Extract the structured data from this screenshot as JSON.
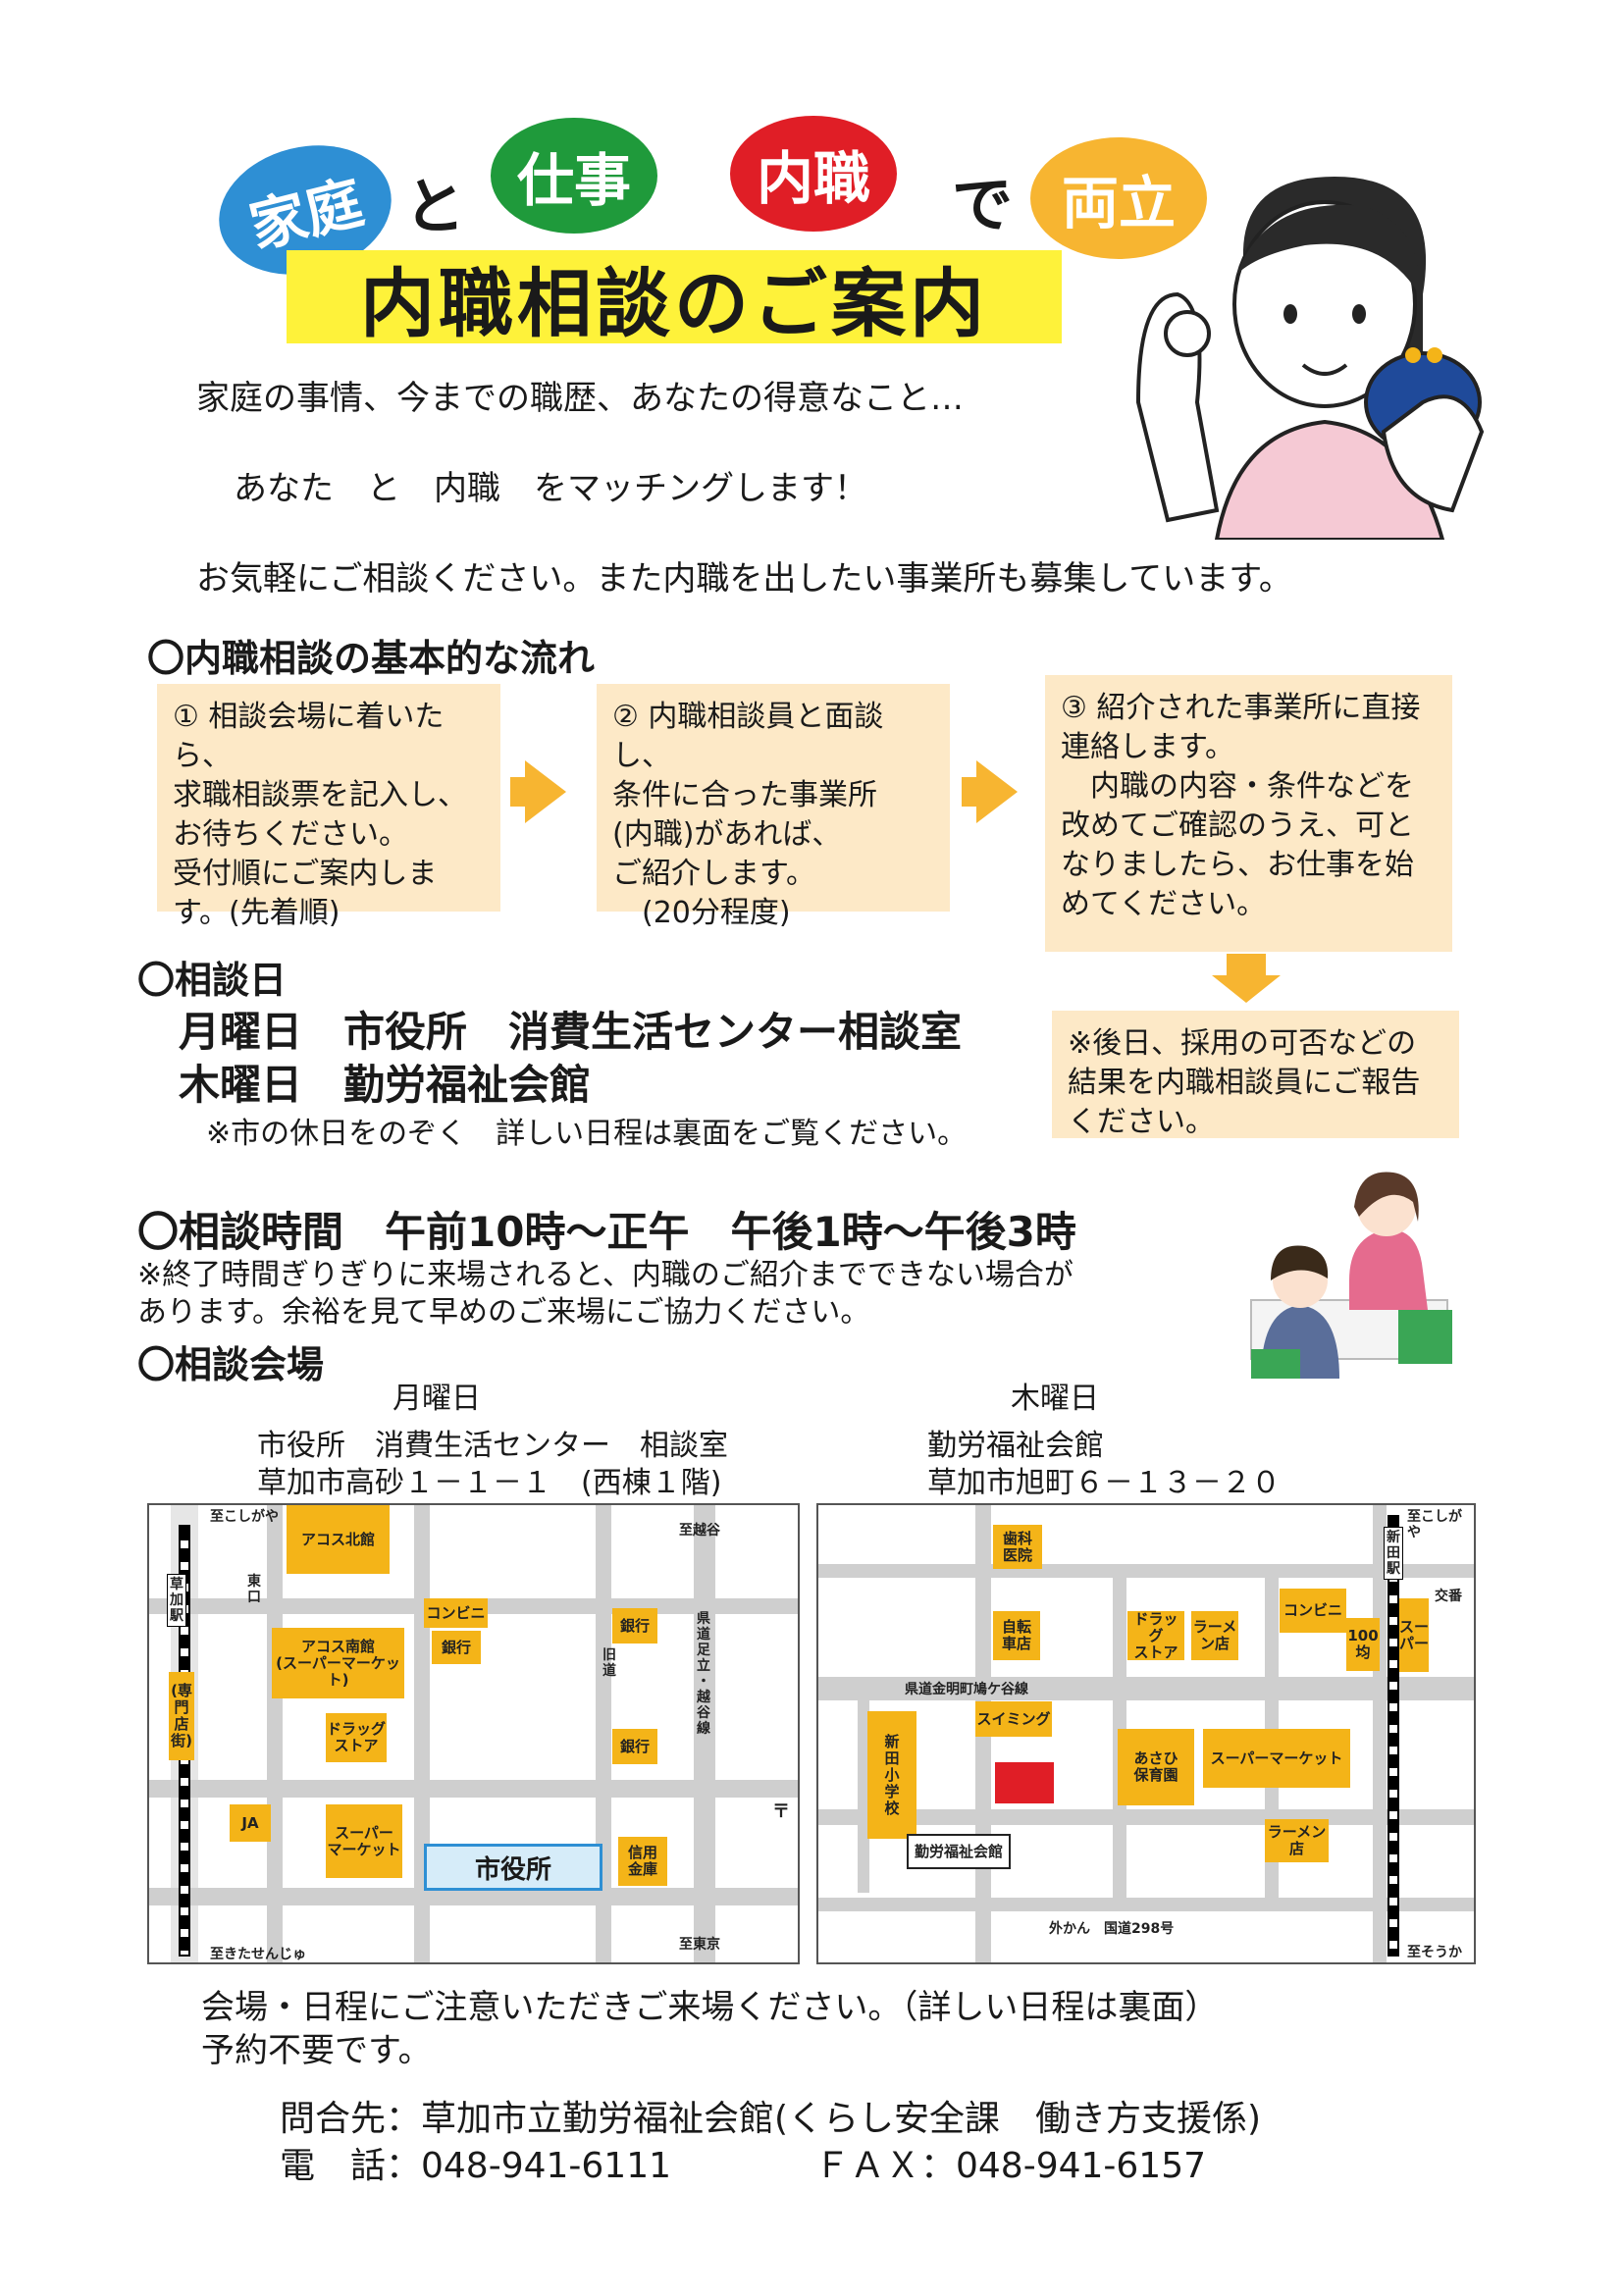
{
  "title_bubbles": {
    "katei": "家庭",
    "shigoto": "仕事",
    "naishoku": "内職",
    "ryoritsu": "両立"
  },
  "title_connectors": {
    "to": "と",
    "de": "で"
  },
  "banner": "内職相談のご案内",
  "intro": {
    "line1": "家庭の事情、今までの職歴、あなたの得意なこと…",
    "line2": "あなた　と　内職　をマッチングします！",
    "line3": "お気軽にご相談ください。また内職を出したい事業所も募集しています。"
  },
  "flow": {
    "heading": "〇内職相談の基本的な流れ",
    "step1": "①  相談会場に着いたら、\n求職相談票を記入し、\nお待ちください。\n受付順にご案内しま\nす。(先着順)",
    "step2": "②  内職相談員と面談し、\n条件に合った事業所\n(内職)があれば、\nご紹介します。\n　(20分程度)",
    "step3": "③  紹介された事業所に直接\n連絡します。\n　内職の内容・条件などを\n改めてご確認のうえ、可と\nなりましたら、お仕事を始\nめてください。",
    "step4": "※後日、採用の可否などの\n結果を内職相談員にご報告\nください。"
  },
  "days": {
    "heading": "〇相談日",
    "monday": "月曜日　市役所　消費生活センター相談室",
    "thursday": "木曜日　勤労福祉会館",
    "note": "※市の休日をのぞく　詳しい日程は裏面をご覧ください。"
  },
  "hours": {
    "heading": "〇相談時間　午前10時～正午　午後1時～午後3時",
    "note1": "※終了時間ぎりぎりに来場されると、内職のご紹介までできない場合が",
    "note2": "あります。余裕を見て早めのご来場にご協力ください。"
  },
  "venue": {
    "heading": "〇相談会場",
    "mon_day": "月曜日",
    "mon_name": "市役所　消費生活センター　相談室",
    "mon_addr": "草加市高砂１－１－１　(西棟１階)",
    "thu_day": "木曜日",
    "thu_name": "勤労福祉会館",
    "thu_addr": "草加市旭町６－１３－２０"
  },
  "map_left": {
    "top_left": "至こしがや",
    "bottom_left": "至きたせんじゅ",
    "top_right": "至越谷",
    "bottom_right": "至東京",
    "station": "草\n加\n駅",
    "shopping": "(専\n門\n店\n街)",
    "east_exit": "東\n口",
    "acos_north": "アコス北館",
    "acos_south": "アコス南館\n(スーパーマーケット)",
    "drug": "ドラッグ\nストア",
    "ja": "JA",
    "super": "スーパー\nマーケット",
    "conveni": "コンビニ",
    "bank1": "銀行",
    "bank2": "銀行",
    "bank3": "銀行",
    "shinyo": "信用\n金庫",
    "old_road": "旧\n道",
    "pref_road": "県\n道\n足\n立\n・\n越\n谷\n線",
    "post": "〒",
    "city_hall": "市役所"
  },
  "map_right": {
    "top_right": "至こしがや",
    "bottom_right": "至そうか",
    "station": "新\n田\n駅",
    "koban": "交番",
    "dental": "歯科\n医院",
    "bike": "自転\n車店",
    "drug": "ドラッグ\nストア",
    "ramen1": "ラーメ\nン店",
    "conveni": "コンビニ",
    "yen100": "100\n均",
    "super_v": "スー\nパー",
    "road_name": "県道金明町鳩ケ谷線",
    "school": "新\n田\n小\n学\n校",
    "swim": "スイミング",
    "asahi": "あさひ\n保育園",
    "supermarket": "スーパーマーケット",
    "ramen2": "ラーメン\n店",
    "hall": "勤労福祉会館",
    "outer": "外かん　国道298号"
  },
  "footer": {
    "note1": "会場・日程にご注意いただきご来場ください。（詳しい日程は裏面）",
    "note2": "予約不要です。",
    "inquiry": "問合先：草加市立勤労福祉会館(くらし安全課　働き方支援係)",
    "tel": "電　話：048-941-6111",
    "fax": "ＦＡＸ：048-941-6157"
  },
  "colors": {
    "blue": "#2e8fd4",
    "green": "#1f9a3b",
    "red": "#e01e26",
    "orange": "#f7b531",
    "yellow": "#fef23a",
    "box": "#fde9c7",
    "building": "#f4b418",
    "cityhall": "#d6ecf9"
  }
}
